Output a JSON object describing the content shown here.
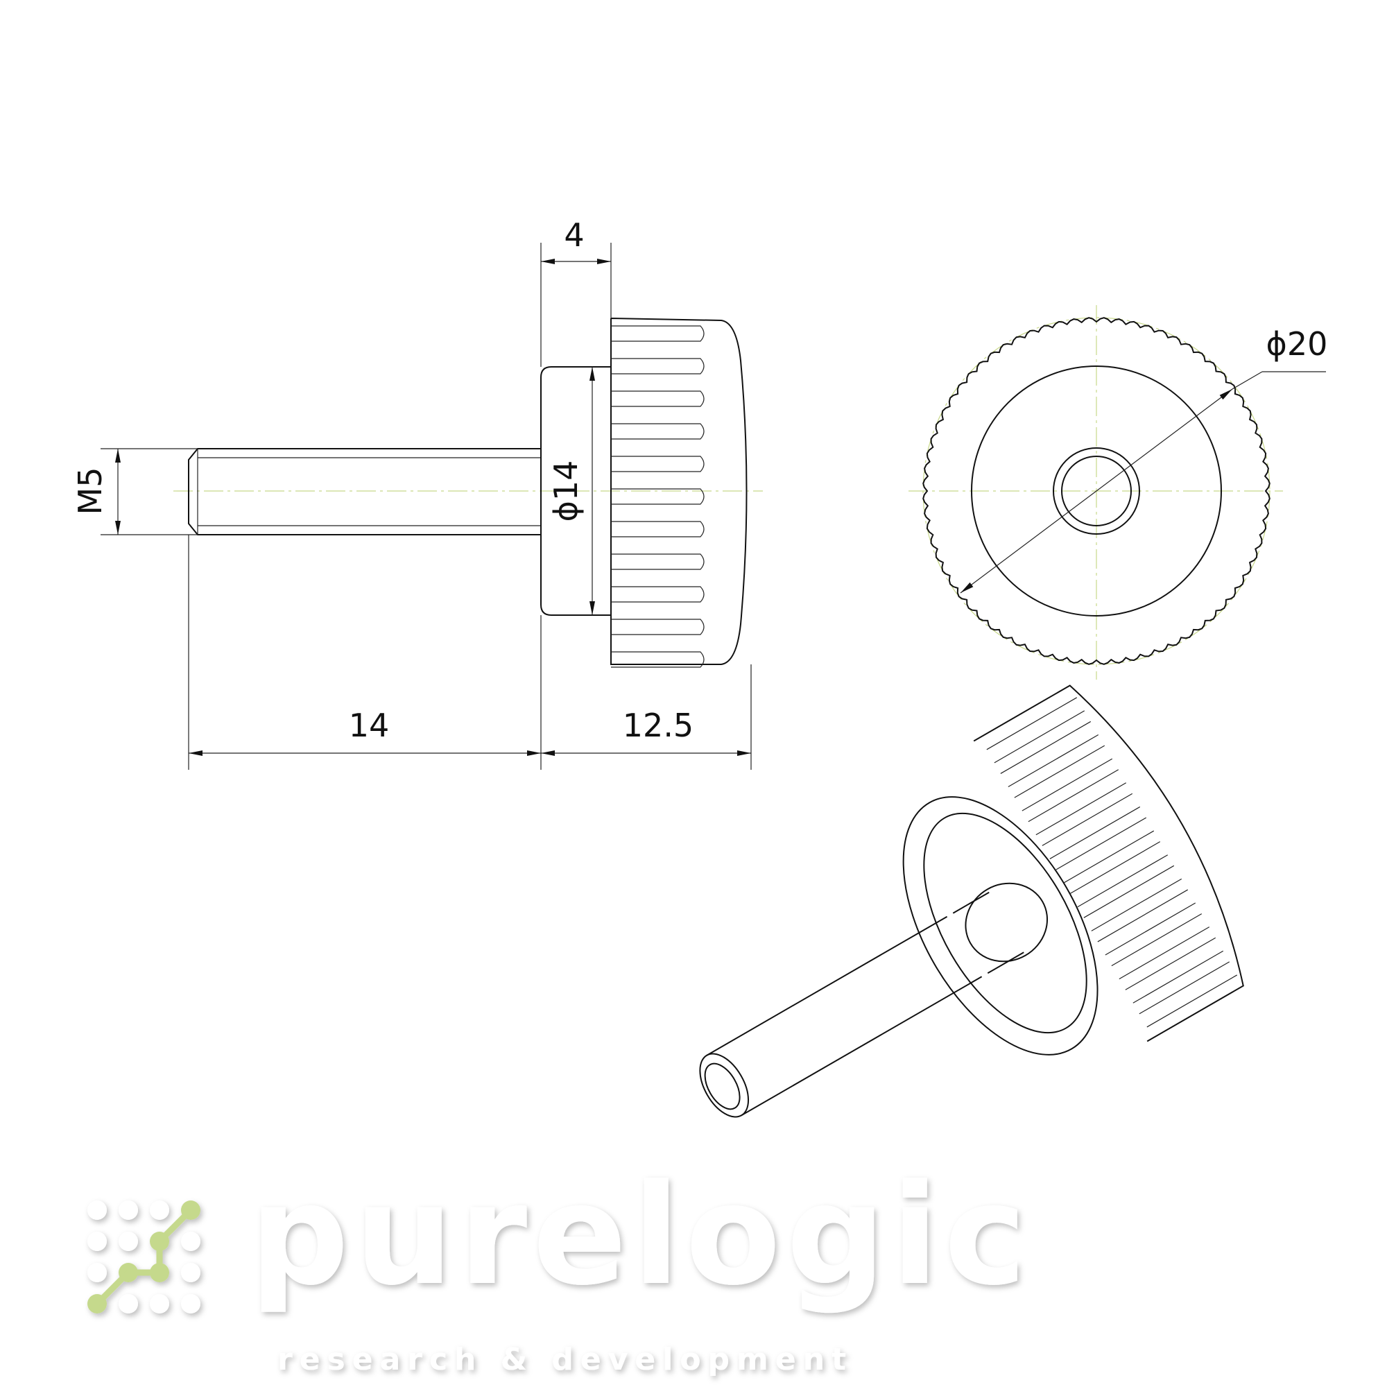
{
  "drawing": {
    "dimensions": {
      "head_width": "4",
      "thread": "M5",
      "collar_diameter": "ϕ14",
      "head_diameter": "ϕ20",
      "shaft_length": "14",
      "head_length": "12.5"
    }
  },
  "watermark": {
    "brand": "purelogic",
    "tagline": "research & development",
    "accent_color": "#c5d98c"
  },
  "colors": {
    "line": "#111111",
    "centerline": "#c8d88a"
  }
}
